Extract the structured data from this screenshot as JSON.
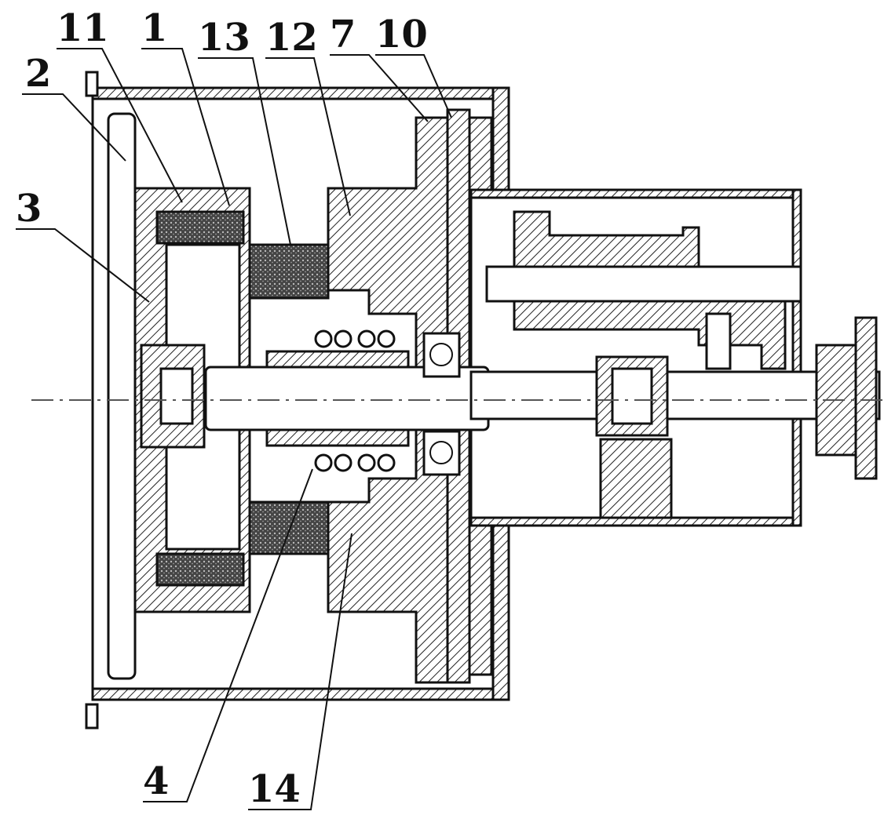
{
  "callouts": {
    "c1": "1",
    "c2": "2",
    "c3": "3",
    "c4": "4",
    "c7": "7",
    "c10": "10",
    "c11": "11",
    "c12": "12",
    "c13": "13",
    "c14": "14"
  },
  "colors": {
    "line": "#111111",
    "background": "#ffffff"
  }
}
